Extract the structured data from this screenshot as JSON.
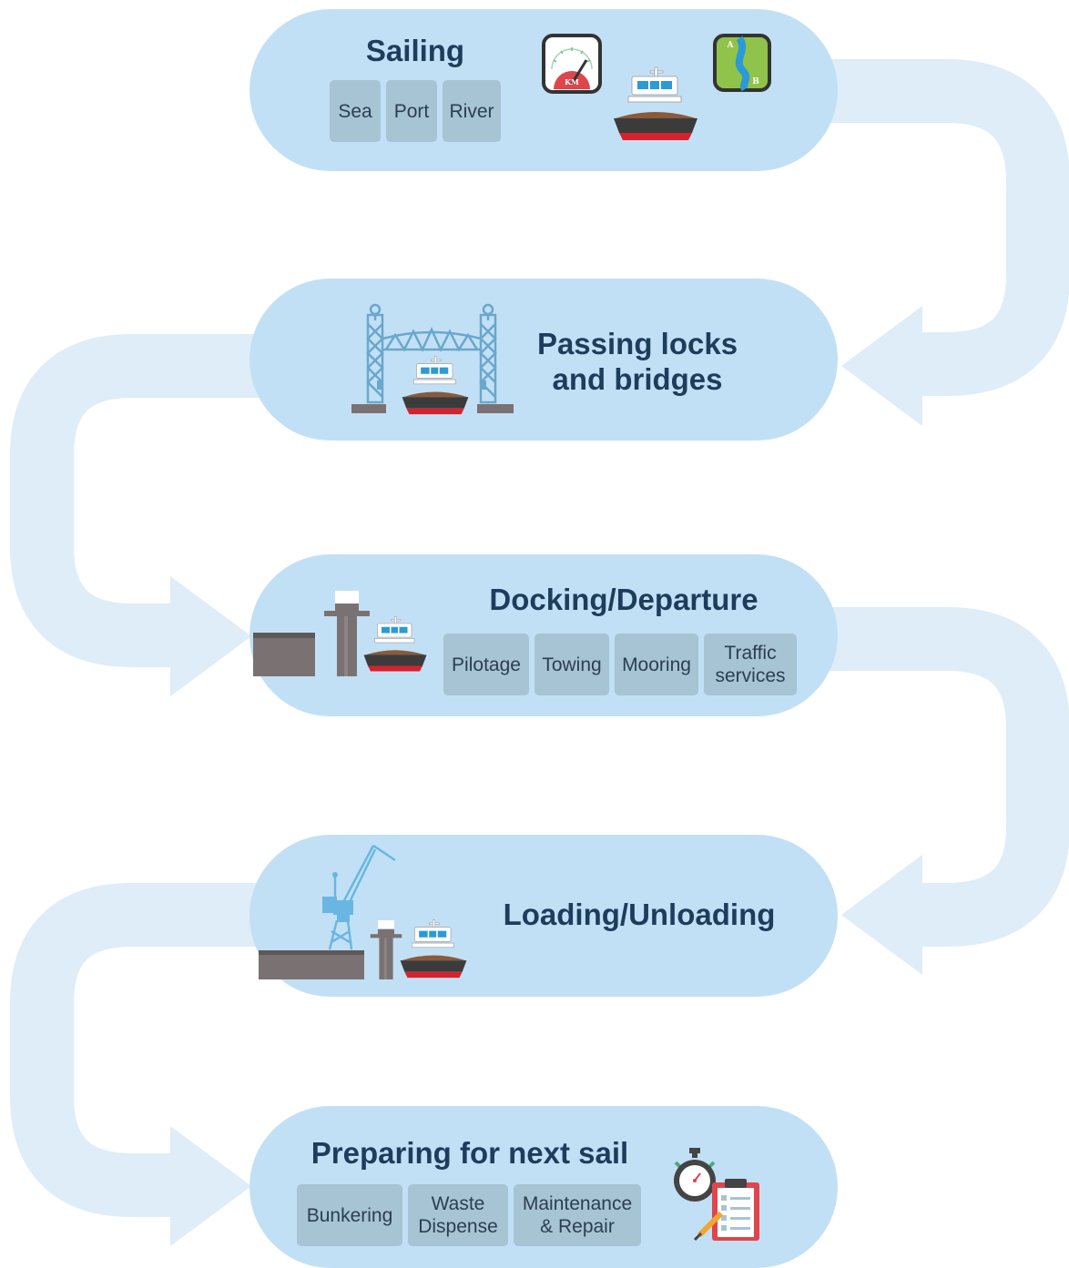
{
  "colors": {
    "pill": "#c2e0f5",
    "arrow": "#deedf7",
    "chip": "#a6c4d4",
    "title": "#1d3d5c",
    "hull": "#3b3b3b",
    "hull_red": "#d6222e",
    "cargo": "#8a5a3c",
    "ship_blue": "#2b9ad6",
    "crane_blue": "#6ab6e3",
    "pier": "#7a7272",
    "bridge": "#6aa7cc",
    "map_green": "#8fc34a",
    "gauge_red": "#e0454c"
  },
  "stages": [
    {
      "title": "Sailing",
      "chips": [
        "Sea",
        "Port",
        "River"
      ],
      "icons": [
        "speedometer-icon",
        "ship-icon",
        "route-map-icon"
      ],
      "gauge_label": "KM",
      "map_labels": [
        "A",
        "B"
      ]
    },
    {
      "title": "Passing locks\nand bridges",
      "icons": [
        "lift-bridge-icon",
        "ship-icon"
      ]
    },
    {
      "title": "Docking/Departure",
      "chips": [
        "Pilotage",
        "Towing",
        "Mooring",
        "Traffic\nservices"
      ],
      "icons": [
        "quay-icon",
        "bollard-icon",
        "ship-icon"
      ]
    },
    {
      "title": "Loading/Unloading",
      "icons": [
        "crane-icon",
        "quay-icon",
        "bollard-icon",
        "ship-icon"
      ]
    },
    {
      "title": "Preparing for next sail",
      "chips": [
        "Bunkering",
        "Waste\nDispense",
        "Maintenance\n& Repair"
      ],
      "icons": [
        "stopwatch-icon",
        "checklist-icon",
        "pencil-icon"
      ]
    }
  ]
}
